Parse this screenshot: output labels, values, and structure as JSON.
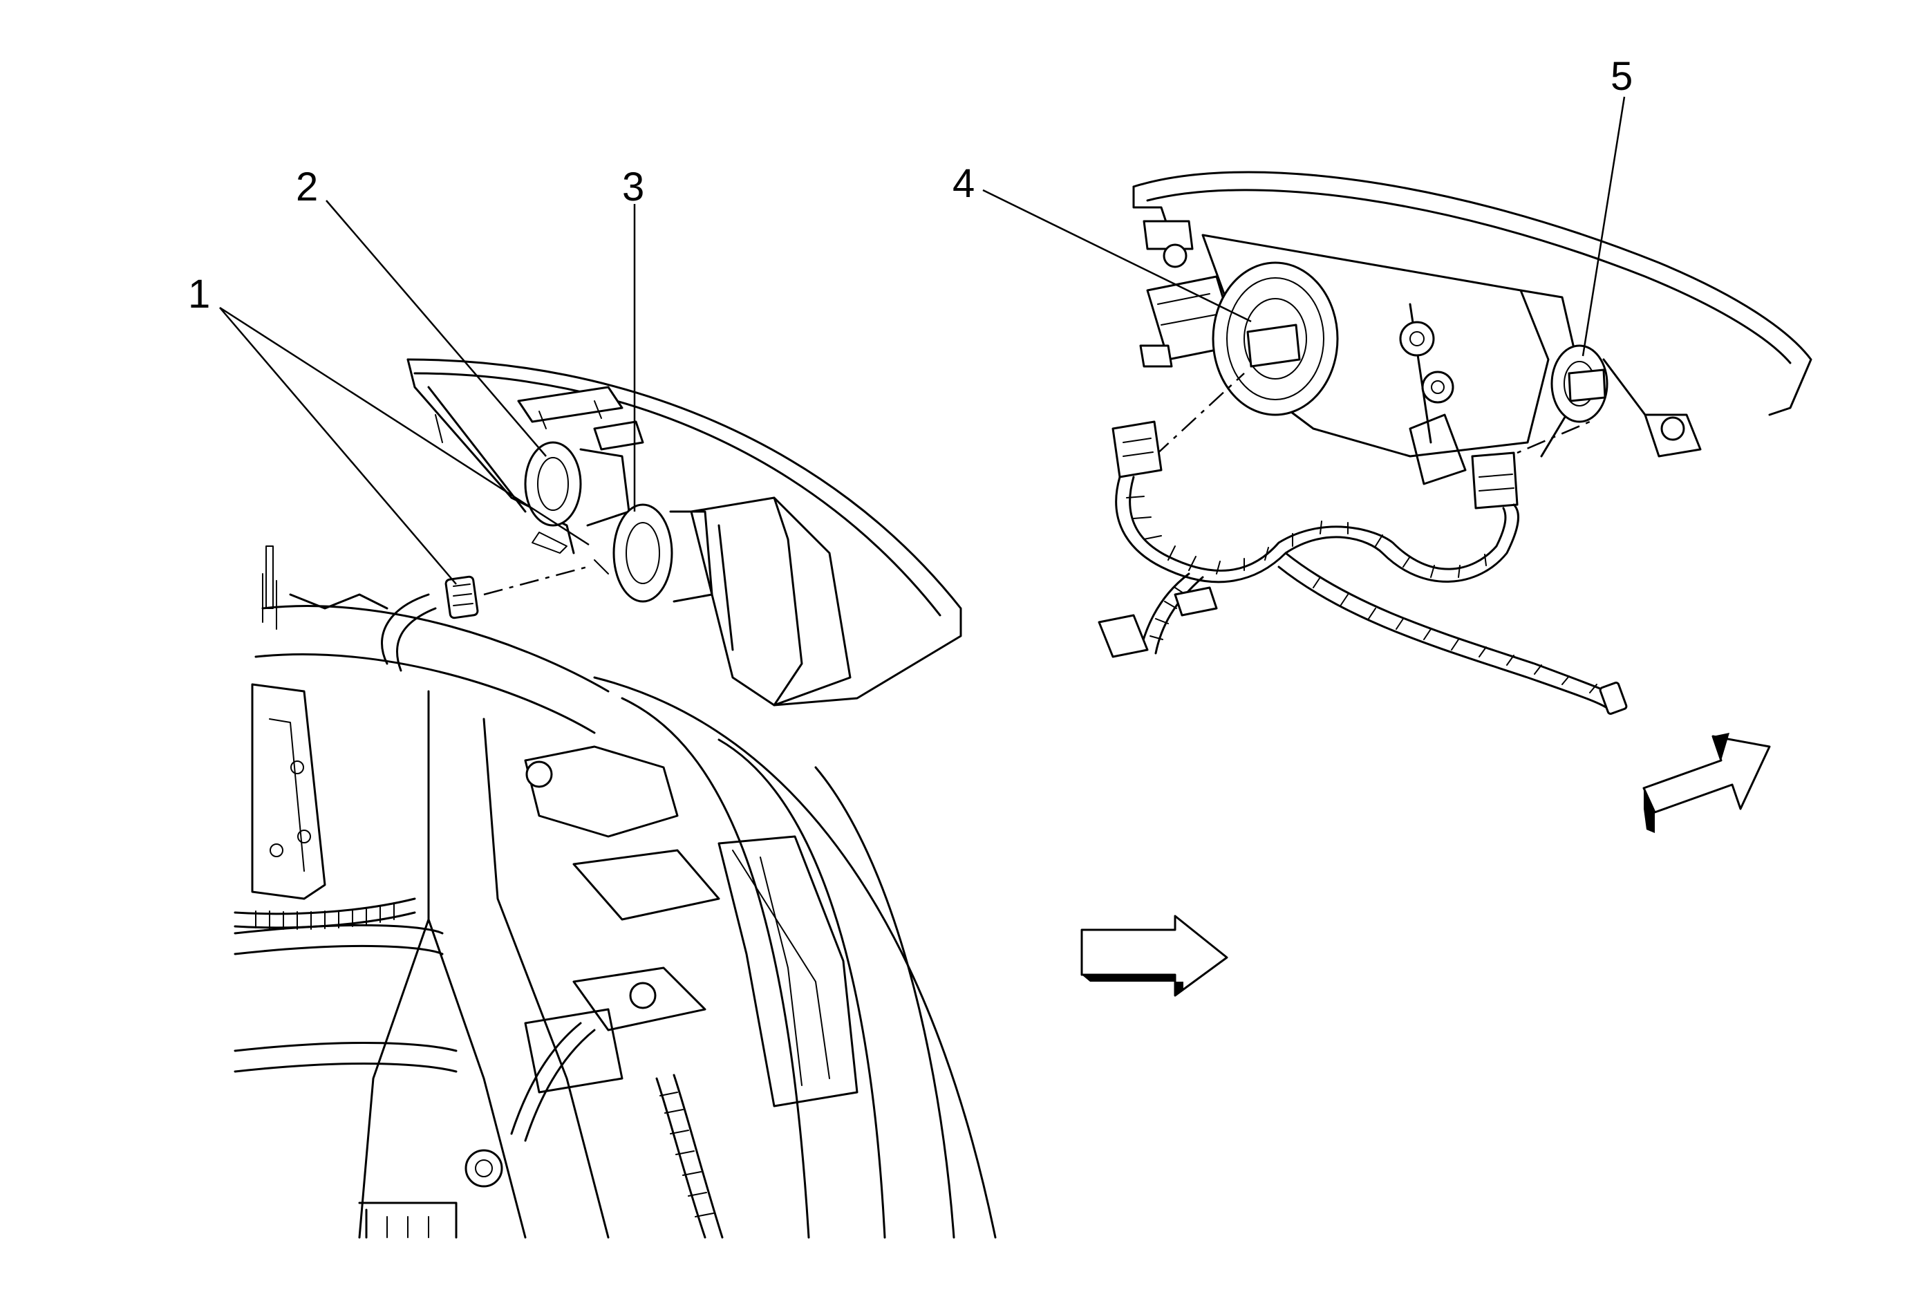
{
  "callouts": [
    {
      "id": "1",
      "label": "1"
    },
    {
      "id": "2",
      "label": "2"
    },
    {
      "id": "3",
      "label": "3"
    },
    {
      "id": "4",
      "label": "4"
    },
    {
      "id": "5",
      "label": "5"
    }
  ],
  "views": [
    {
      "id": "vehicle-front-left-view",
      "icon": "vehicle-front-structure"
    },
    {
      "id": "headlamp-rear-view",
      "icon": "headlamp-assembly"
    }
  ],
  "arrows": [
    {
      "id": "view-arrow-right",
      "icon": "arrow-right-icon"
    },
    {
      "id": "view-arrow-diagonal",
      "icon": "arrow-up-right-icon"
    }
  ],
  "colors": {
    "line": "#000000",
    "background": "#ffffff"
  }
}
